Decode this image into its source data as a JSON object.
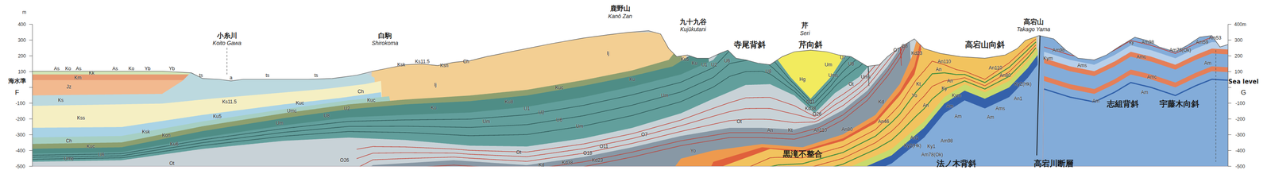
{
  "diagram": {
    "labels": [
      "m",
      "400",
      "300",
      "200",
      "100",
      "海水準",
      "F",
      "-100",
      "-200",
      "-300",
      "-400",
      "-500",
      "400m",
      "300",
      "200",
      "100",
      "Sea level",
      "G",
      "-100",
      "-200",
      "-300",
      "-400",
      "-500",
      "小糸川",
      "Koito Gawa",
      "白駒",
      "Shirokoma",
      "鹿野山",
      "Kanō Zan",
      "九十九谷",
      "Kujūkutani",
      "芹",
      "Seri",
      "高宕山",
      "Takago Yama",
      "寺尾背斜",
      "芹向斜",
      "高宕山向斜",
      "黒滝不整合",
      "法ノ木背斜",
      "高宕川断層",
      "志組背斜",
      "宇藤木向斜",
      "As",
      "Ko",
      "As",
      "Kk",
      "Km",
      "As",
      "Ko",
      "Yb",
      "Yb",
      "Jz",
      "Ks",
      "Kss",
      "Ksk",
      "Kon",
      "Ch",
      "Kuc",
      "Ku6",
      "U6",
      "Umc",
      "Ot",
      "ts",
      "a",
      "ts",
      "ts",
      "Ks11.5",
      "Ku5",
      "Kuc",
      "Umc",
      "Um",
      "U8",
      "U2",
      "Ch",
      "Kuc",
      "O26",
      "Ksk",
      "Ks11.5",
      "Ksn",
      "Ch",
      "Ij",
      "Ij",
      "Ku",
      "Ku8",
      "U1",
      "U2",
      "Kuc",
      "Ku",
      "Um",
      "U6",
      "Um",
      "O7",
      "O11",
      "O18",
      "Kd23",
      "Kd38",
      "Kd",
      "Ot",
      "Ku5",
      "Ku",
      "U1",
      "U2",
      "U6",
      "Um",
      "Ot",
      "U8",
      "Hg",
      "Um",
      "U7",
      "U8",
      "Ums",
      "Ums",
      "Ot",
      "O11",
      "Kd38",
      "O26",
      "Kd",
      "An",
      "Kt",
      "An110",
      "An80",
      "An46",
      "Yo",
      "O7",
      "O8",
      "Kd23",
      "Kt",
      "Yo",
      "An",
      "An110",
      "An",
      "An",
      "Ky",
      "Kym",
      "Am",
      "Am",
      "An1",
      "Ky2(Hk)",
      "Ky1",
      "Am98",
      "Am78(Ok)",
      "An110",
      "An80",
      "Ky2(Hk)",
      "Kym",
      "Am98",
      "An1",
      "Ams",
      "Am",
      "Ams",
      "Am",
      "ky",
      "Am98",
      "Am78(Ok)",
      "Am59",
      "Am53",
      "Amc",
      "Amc",
      "Am",
      "Am"
    ]
  }
}
